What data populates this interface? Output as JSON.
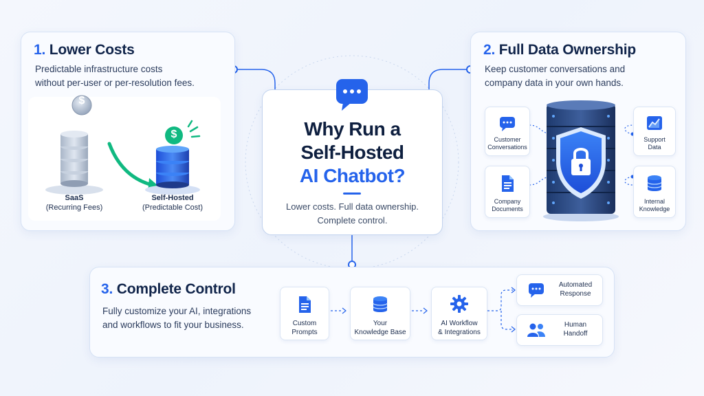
{
  "center": {
    "title_line1": "Why Run a",
    "title_line2": "Self-Hosted",
    "title_line3": "AI Chatbot?",
    "subtitle_line1": "Lower costs. Full data ownership.",
    "subtitle_line2": "Complete control.",
    "icon": "chat-bubble-icon"
  },
  "lower_costs": {
    "number": "1.",
    "title": "Lower Costs",
    "desc_line1": "Predictable infrastructure costs",
    "desc_line2": "without per-user or per-resolution fees.",
    "saas_label": "SaaS",
    "saas_sub": "(Recurring Fees)",
    "self_label": "Self-Hosted",
    "self_sub": "(Predictable Cost)",
    "coin_symbol": "$"
  },
  "data_ownership": {
    "number": "2.",
    "title": "Full Data Ownership",
    "desc_line1": "Keep customer conversations and",
    "desc_line2": "company data in your own hands.",
    "cards": [
      {
        "line1": "Customer",
        "line2": "Conversations",
        "icon": "chat-icon"
      },
      {
        "line1": "Company",
        "line2": "Documents",
        "icon": "document-icon"
      },
      {
        "line1": "Support",
        "line2": "Data",
        "icon": "chart-icon"
      },
      {
        "line1": "Internal",
        "line2": "Knowledge",
        "icon": "database-icon"
      }
    ],
    "center_icon": "shield-lock-icon"
  },
  "complete_control": {
    "number": "3.",
    "title": "Complete Control",
    "desc_line1": "Fully customize your AI, integrations",
    "desc_line2": "and workflows to fit your business.",
    "steps": [
      {
        "line1": "Custom",
        "line2": "Prompts",
        "icon": "document-icon"
      },
      {
        "line1": "Your",
        "line2": "Knowledge Base",
        "icon": "database-icon"
      },
      {
        "line1": "AI Workflow",
        "line2": "& Integrations",
        "icon": "gear-icon"
      }
    ],
    "outcomes": [
      {
        "line1": "Automated",
        "line2": "Response",
        "icon": "chat-icon"
      },
      {
        "line1": "Human",
        "line2": "Handoff",
        "icon": "people-icon"
      }
    ]
  },
  "colors": {
    "accent": "#2563eb",
    "green": "#10b981",
    "navy": "#10244a"
  }
}
